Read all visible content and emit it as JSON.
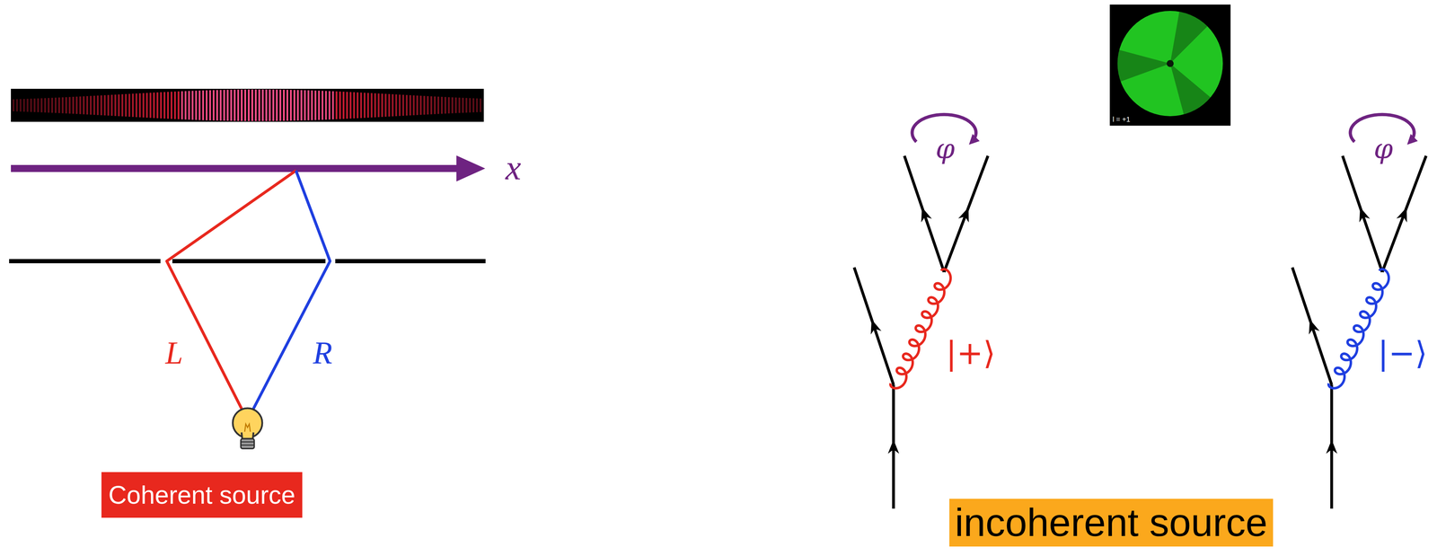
{
  "diagram": {
    "nodes": [
      {
        "text": [
          "Coherent source"
        ]
      },
      {
        "text": [
          "l = +1"
        ]
      },
      {
        "text": [
          "incoherent source"
        ]
      }
    ],
    "labels": [
      "x",
      "L",
      "R",
      "φ",
      "|+⟩",
      "φ",
      "|−⟩"
    ]
  }
}
